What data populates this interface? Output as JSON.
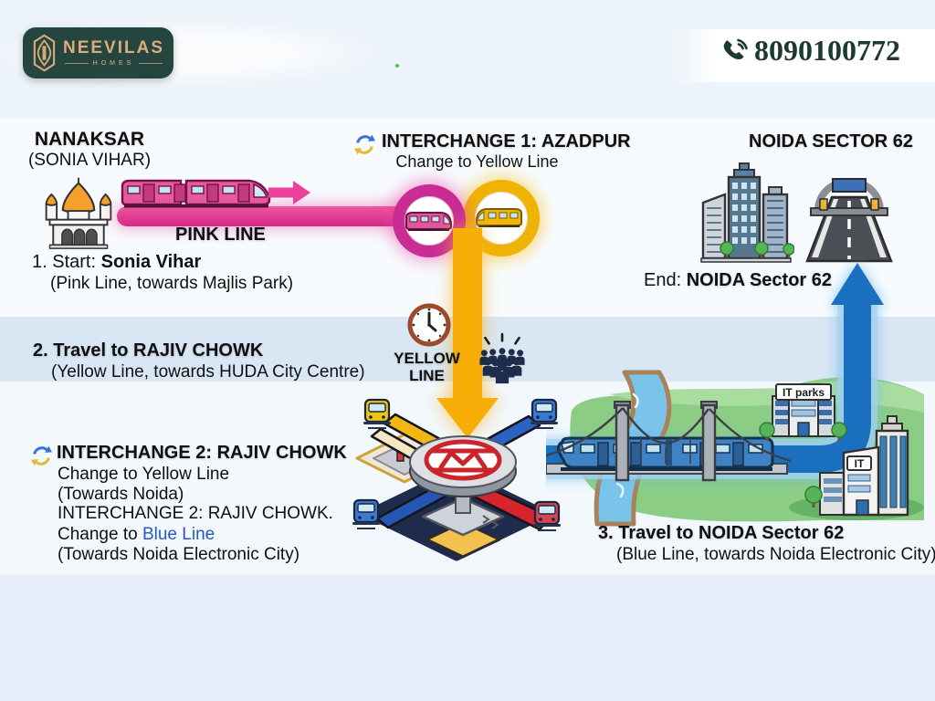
{
  "header": {
    "brand": "NEEVILAS",
    "brand_sub": "HOMES",
    "phone": "8090100772"
  },
  "start": {
    "title": "NANAKSAR",
    "subtitle": "(SONIA VIHAR)",
    "line_label": "PINK LINE",
    "step_no": "1. ",
    "step_prefix": "Start: ",
    "step_name": "Sonia Vihar",
    "step_detail": "(Pink Line, towards Majlis Park)"
  },
  "interchange1": {
    "title": "INTERCHANGE 1: AZADPUR",
    "subtitle": "Change to Yellow Line"
  },
  "destination": {
    "title": "NOIDA SECTOR 62",
    "end_prefix": "End: ",
    "end_name": "NOIDA Sector 62"
  },
  "step2": {
    "text": "2. Travel to RAJIV CHOWK",
    "detail": "(Yellow Line, towards HUDA City Centre)"
  },
  "yellow_line": {
    "line1": "YELLOW",
    "line2": "LINE"
  },
  "interchange2": {
    "title": "INTERCHANGE 2: RAJIV CHOWK",
    "line1": "Change to Yellow Line",
    "line2": "(Towards Noida)",
    "line3": "INTERCHANGE 2: RAJIV CHOWK.",
    "line4_prefix": "Change to ",
    "line4_highlight": "Blue Line",
    "line5": "(Towards Noida Electronic City)"
  },
  "step3": {
    "text": "3. Travel to NOIDA Sector 62",
    "detail": "(Blue Line, towards Noida Electronic City)"
  },
  "scene": {
    "it_parks_label": "IT parks",
    "it_label": "IT"
  },
  "colors": {
    "pink_line": "#e8409a",
    "yellow_line": "#f5ad05",
    "blue_line": "#1a6fbe",
    "red_line": "#d6252c",
    "brand_green": "#24463f",
    "brand_gold": "#d9a878",
    "blue_line_text": "#2757c0",
    "band_blue": "#d9e6f4"
  },
  "icons": {
    "phone-icon": "telephone handset with sound waves",
    "interchange-icon": "two circular arrows (blue/yellow)",
    "gurudwara-icon": "temple with orange domes",
    "pink-train-icon": "pink metro train side view",
    "yellow-train-icon": "yellow metro train side view",
    "blue-train-icon": "blue metro train",
    "clock-icon": "analog clock",
    "crowd-icon": "group of people silhouettes",
    "city-buildings-icon": "skyscrapers with trees",
    "highway-icon": "road with overhead gantry",
    "metro-hub-icon": "isometric interchange hub with Delhi Metro logo",
    "bridge-river-icon": "suspension bridge over river"
  }
}
